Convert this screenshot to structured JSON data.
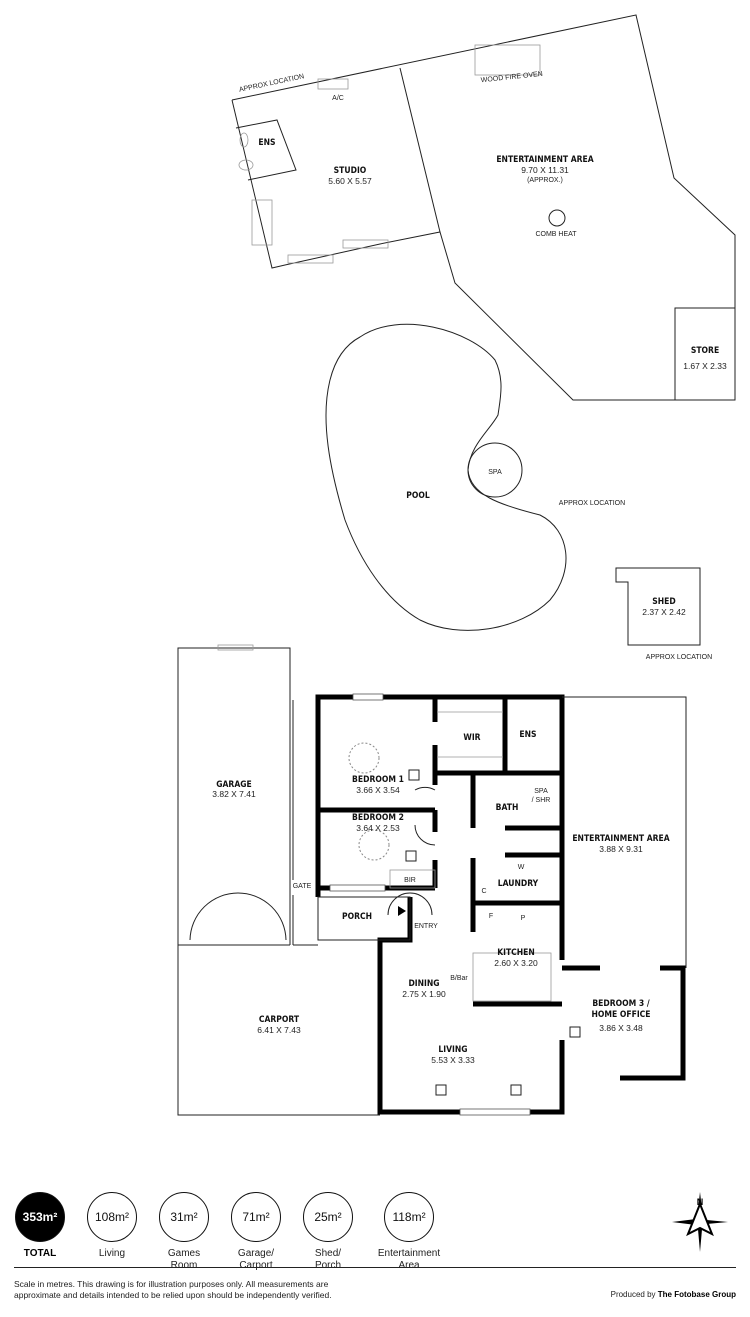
{
  "notes": {
    "approx_location_1": "APPROX LOCATION",
    "approx_location_2": "APPROX LOCATION",
    "approx_location_3": "APPROX LOCATION",
    "ac": "A/C",
    "wood_fire_oven": "WOOD FIRE OVEN",
    "comb_heat": "COMB HEAT",
    "gate": "GATE",
    "entry": "ENTRY",
    "bbar": "B/Bar",
    "bir": "BIR",
    "spa_shr_1": "SPA",
    "spa_shr_2": "/ SHR",
    "w": "W",
    "c": "C",
    "f": "F",
    "p": "P"
  },
  "rooms": [
    {
      "name": "ENS",
      "dims": ""
    },
    {
      "name": "STUDIO",
      "dims": "5.60 X 5.57"
    },
    {
      "name": "ENTERTAINMENT AREA",
      "dims": "9.70 X 11.31",
      "extra": "(APPROX.)"
    },
    {
      "name": "STORE",
      "dims": "1.67 X 2.33"
    },
    {
      "name": "POOL",
      "dims": ""
    },
    {
      "name": "SPA",
      "dims": ""
    },
    {
      "name": "SHED",
      "dims": "2.37 X 2.42"
    },
    {
      "name": "GARAGE",
      "dims": "3.82 X 7.41"
    },
    {
      "name": "CARPORT",
      "dims": "6.41 X 7.43"
    },
    {
      "name": "BEDROOM 1",
      "dims": "3.66 X 3.54"
    },
    {
      "name": "BEDROOM 2",
      "dims": "3.64 X 2.53"
    },
    {
      "name": "WIR",
      "dims": ""
    },
    {
      "name": "ENS",
      "dims": ""
    },
    {
      "name": "BATH",
      "dims": ""
    },
    {
      "name": "LAUNDRY",
      "dims": ""
    },
    {
      "name": "PORCH",
      "dims": ""
    },
    {
      "name": "KITCHEN",
      "dims": "2.60 X 3.20"
    },
    {
      "name": "DINING",
      "dims": "2.75 X 1.90"
    },
    {
      "name": "LIVING",
      "dims": "5.53 X 3.33"
    },
    {
      "name": "ENTERTAINMENT AREA",
      "dims": "3.88 X 9.31"
    },
    {
      "name": "BEDROOM 3 /",
      "dims": "3.86 X 3.48",
      "name2": "HOME OFFICE"
    }
  ],
  "areas": [
    {
      "value": "353m²",
      "label": "TOTAL",
      "label2": ""
    },
    {
      "value": "108m²",
      "label": "Living",
      "label2": ""
    },
    {
      "value": "31m²",
      "label": "Games",
      "label2": "Room"
    },
    {
      "value": "71m²",
      "label": "Garage/",
      "label2": "Carport"
    },
    {
      "value": "25m²",
      "label": "Shed/",
      "label2": "Porch"
    },
    {
      "value": "118m²",
      "label": "Entertainment",
      "label2": "Area"
    }
  ],
  "compass_letter": "N",
  "disclaimer": "Scale in metres. This drawing is for illustration purposes only. All measurements are approximate and details intended to be relied upon should be independently verified.",
  "produced_by_prefix": "Produced by",
  "produced_by_name": "The Fotobase Group"
}
